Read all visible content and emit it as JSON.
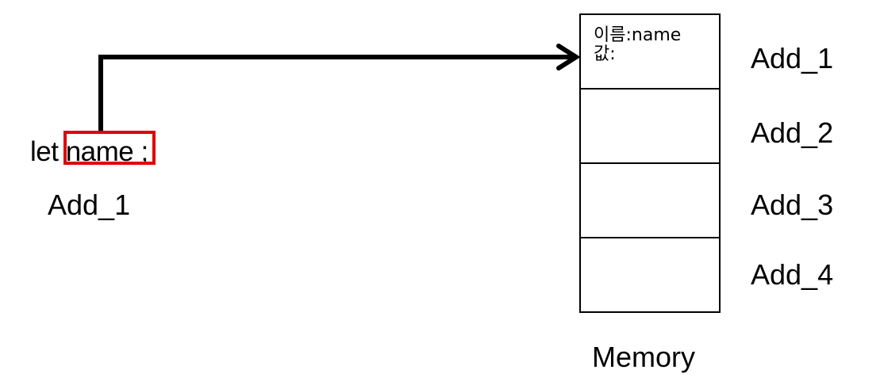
{
  "code": {
    "keyword": "let",
    "variable": "name",
    "terminator": ";",
    "address": "Add_1"
  },
  "memory": {
    "caption": "Memory",
    "cells": [
      {
        "name_line": "이름:name",
        "value_line": "값:",
        "address": "Add_1"
      },
      {
        "name_line": "",
        "value_line": "",
        "address": "Add_2"
      },
      {
        "name_line": "",
        "value_line": "",
        "address": "Add_3"
      },
      {
        "name_line": "",
        "value_line": "",
        "address": "Add_4"
      }
    ]
  },
  "colors": {
    "highlight": "#e00000",
    "stroke": "#000000"
  }
}
